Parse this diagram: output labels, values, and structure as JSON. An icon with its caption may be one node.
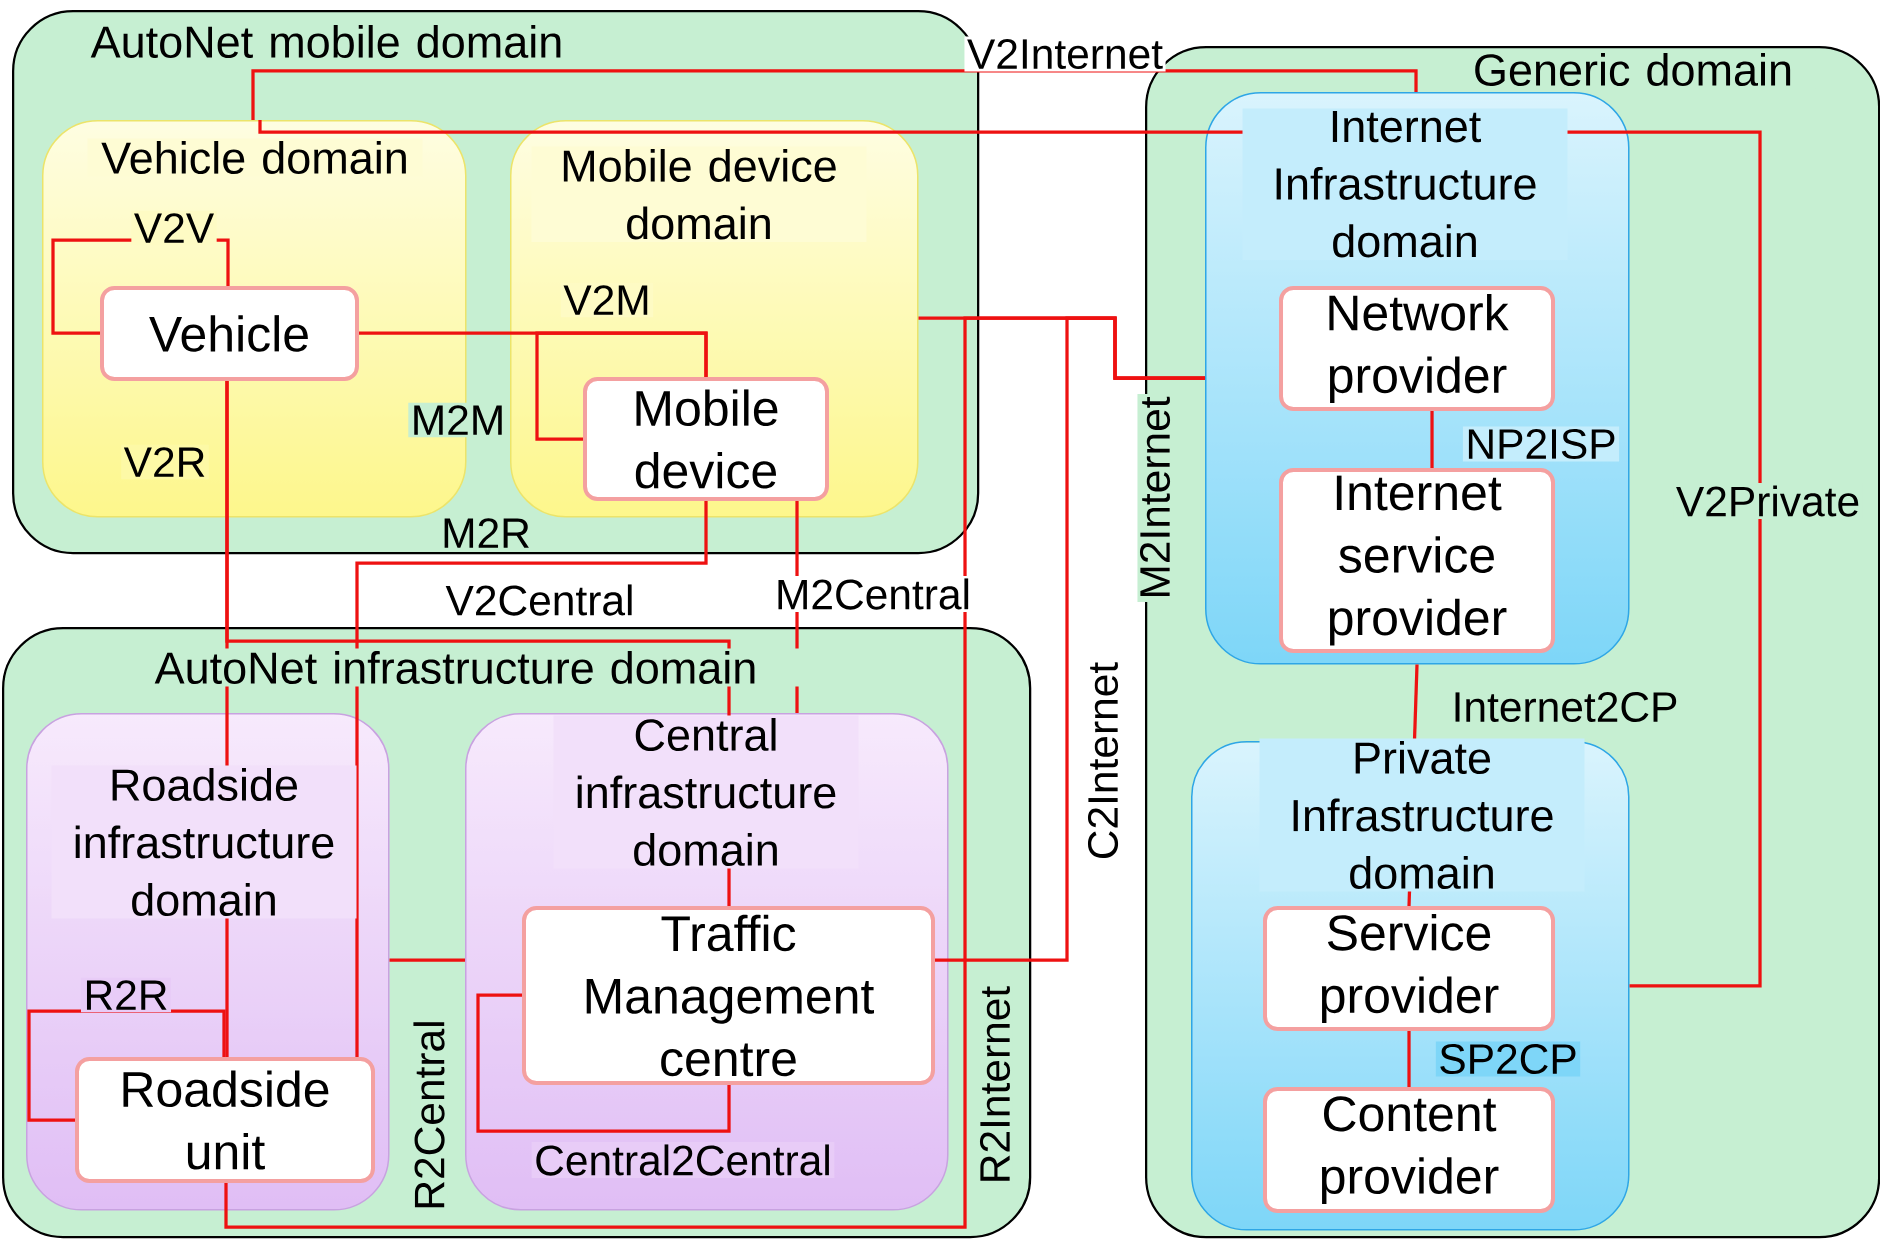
{
  "diagram": {
    "nodes": [
      {
        "text": [
          "AutoNet mobile domain"
        ]
      },
      {
        "text": [
          "Vehicle domain"
        ],
        "in": 0
      },
      {
        "text": [
          "Vehicle"
        ],
        "in": 1
      },
      {
        "text": [
          "Mobile device domain"
        ],
        "in": 0
      },
      {
        "text": [
          "Mobile device"
        ],
        "in": 3
      },
      {
        "text": [
          "AutoNet infrastructure domain"
        ]
      },
      {
        "text": [
          "Roadside infrastructure domain"
        ],
        "in": 5
      },
      {
        "text": [
          "Roadside unit"
        ],
        "in": 6
      },
      {
        "text": [
          "Central infrastructure domain"
        ],
        "in": 5
      },
      {
        "text": [
          "Traffic Management centre"
        ],
        "in": 8
      },
      {
        "text": [
          "Generic domain"
        ]
      },
      {
        "text": [
          "Internet Infrastructure domain"
        ],
        "in": 10
      },
      {
        "text": [
          "Network provider"
        ],
        "in": 11
      },
      {
        "text": [
          "Internet service provider"
        ],
        "in": 11
      },
      {
        "text": [
          "Private Infrastructure domain"
        ],
        "in": 10
      },
      {
        "text": [
          "Service provider"
        ],
        "in": 14
      },
      {
        "text": [
          "Content provider"
        ],
        "in": 14
      }
    ],
    "edges": [
      {
        "from": 2,
        "to": 2,
        "arrow": "none",
        "label": "V2V"
      },
      {
        "from": 2,
        "to": 4,
        "arrow": "none",
        "label": "V2M"
      },
      {
        "from": 4,
        "to": 4,
        "arrow": "none",
        "label": "M2M"
      },
      {
        "from": 2,
        "to": 7,
        "arrow": "none",
        "label": "V2R"
      },
      {
        "from": 4,
        "to": 7,
        "arrow": "none",
        "label": "M2R"
      },
      {
        "from": 2,
        "to": 9,
        "arrow": "none",
        "label": "V2Central"
      },
      {
        "from": 4,
        "to": 8,
        "arrow": "none",
        "label": "M2Central"
      },
      {
        "from": 7,
        "to": 7,
        "arrow": "none",
        "label": "R2R"
      },
      {
        "from": 6,
        "to": 8,
        "arrow": "none",
        "label": "R2Central"
      },
      {
        "from": 9,
        "to": 9,
        "arrow": "none",
        "label": "Central2Central"
      },
      {
        "from": 7,
        "to": 11,
        "arrow": "none",
        "label": "R2Internet"
      },
      {
        "from": 9,
        "to": 11,
        "arrow": "none",
        "label": "C2Internet"
      },
      {
        "from": 3,
        "to": 11,
        "arrow": "none",
        "label": "M2Internet"
      },
      {
        "from": 1,
        "to": 11,
        "arrow": "none",
        "label": "V2Internet"
      },
      {
        "from": 1,
        "to": 14,
        "arrow": "none",
        "label": "V2Private"
      },
      {
        "from": 12,
        "to": 13,
        "arrow": "none",
        "label": "NP2ISP"
      },
      {
        "from": 11,
        "to": 15,
        "arrow": "none",
        "label": "Internet2CP"
      },
      {
        "from": 15,
        "to": 16,
        "arrow": "none",
        "label": "SP2CP"
      }
    ]
  }
}
